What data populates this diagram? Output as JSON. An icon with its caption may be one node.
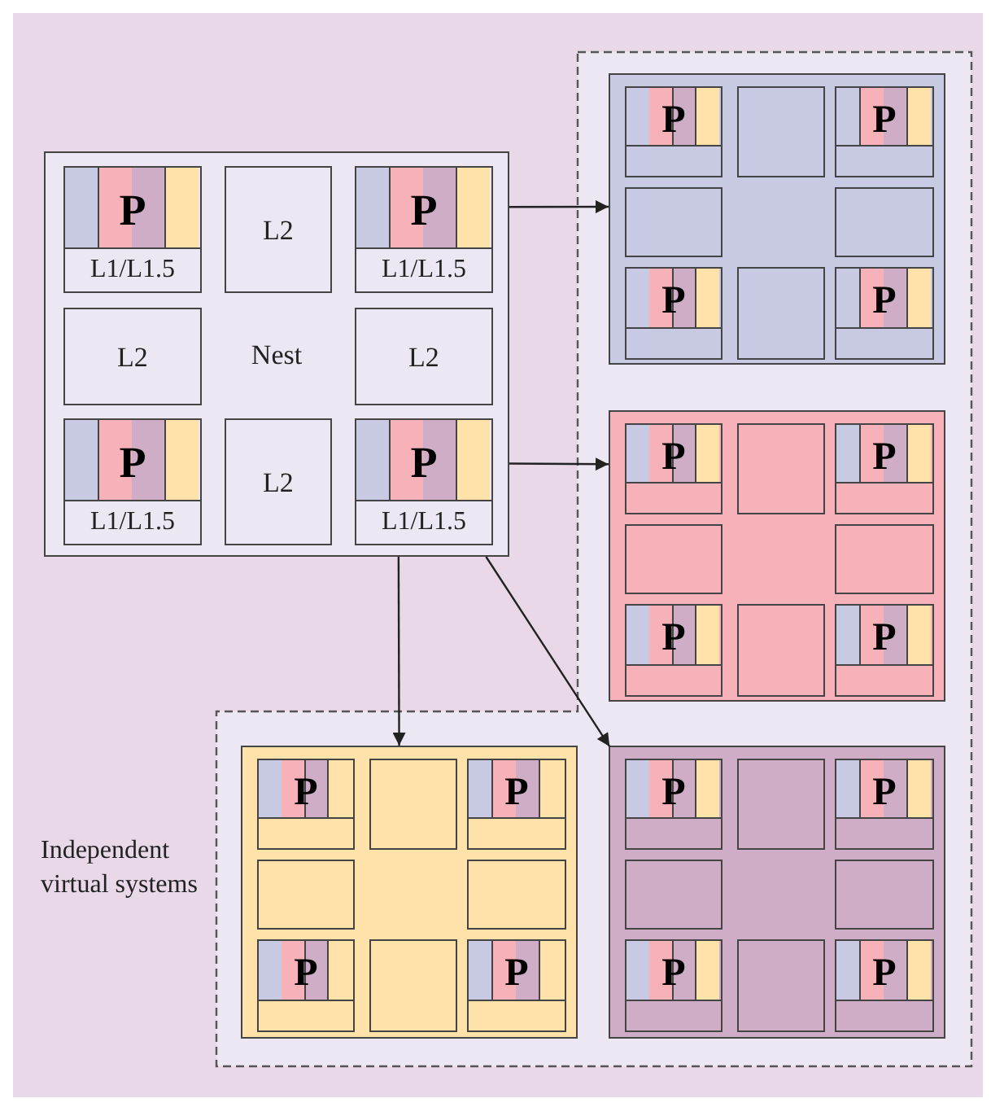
{
  "diagram": {
    "nodes": [
      {
        "text": [
          "Nest"
        ]
      },
      {
        "text": [
          "P",
          "L1/L1.5"
        ],
        "in": 0
      },
      {
        "text": [
          "L2"
        ],
        "in": 0
      },
      {
        "text": [
          "P",
          "L1/L1.5"
        ],
        "in": 0
      },
      {
        "text": [
          "L2"
        ],
        "in": 0
      },
      {
        "text": [
          "L2"
        ],
        "in": 0
      },
      {
        "text": [
          "P",
          "L1/L1.5"
        ],
        "in": 0
      },
      {
        "text": [
          "L2"
        ],
        "in": 0
      },
      {
        "text": [
          "P",
          "L1/L1.5"
        ],
        "in": 0
      },
      {
        "text": [],
        "shape": "box"
      },
      {
        "text": [
          "P"
        ],
        "in": 9
      },
      {
        "text": [],
        "shape": "box",
        "in": 9
      },
      {
        "text": [
          "P"
        ],
        "in": 9
      },
      {
        "text": [],
        "shape": "box",
        "in": 9
      },
      {
        "text": [],
        "shape": "box",
        "in": 9
      },
      {
        "text": [
          "P"
        ],
        "in": 9
      },
      {
        "text": [],
        "shape": "box",
        "in": 9
      },
      {
        "text": [
          "P"
        ],
        "in": 9
      },
      {
        "text": [],
        "shape": "box"
      },
      {
        "text": [
          "P"
        ],
        "in": 18
      },
      {
        "text": [],
        "shape": "box",
        "in": 18
      },
      {
        "text": [
          "P"
        ],
        "in": 18
      },
      {
        "text": [],
        "shape": "box",
        "in": 18
      },
      {
        "text": [],
        "shape": "box",
        "in": 18
      },
      {
        "text": [
          "P"
        ],
        "in": 18
      },
      {
        "text": [],
        "shape": "box",
        "in": 18
      },
      {
        "text": [
          "P"
        ],
        "in": 18
      },
      {
        "text": [],
        "shape": "box"
      },
      {
        "text": [
          "P"
        ],
        "in": 27
      },
      {
        "text": [],
        "shape": "box",
        "in": 27
      },
      {
        "text": [
          "P"
        ],
        "in": 27
      },
      {
        "text": [],
        "shape": "box",
        "in": 27
      },
      {
        "text": [],
        "shape": "box",
        "in": 27
      },
      {
        "text": [
          "P"
        ],
        "in": 27
      },
      {
        "text": [],
        "shape": "box",
        "in": 27
      },
      {
        "text": [
          "P"
        ],
        "in": 27
      },
      {
        "text": [],
        "shape": "box"
      },
      {
        "text": [
          "P"
        ],
        "in": 36
      },
      {
        "text": [],
        "shape": "box",
        "in": 36
      },
      {
        "text": [
          "P"
        ],
        "in": 36
      },
      {
        "text": [],
        "shape": "box",
        "in": 36
      },
      {
        "text": [],
        "shape": "box",
        "in": 36
      },
      {
        "text": [
          "P"
        ],
        "in": 36
      },
      {
        "text": [],
        "shape": "box",
        "in": 36
      },
      {
        "text": [
          "P"
        ],
        "in": 36
      }
    ],
    "edges": [
      {
        "from": 0,
        "to": 9,
        "arrow": "to"
      },
      {
        "from": 0,
        "to": 18,
        "arrow": "to"
      },
      {
        "from": 0,
        "to": 27,
        "arrow": "to"
      },
      {
        "from": 0,
        "to": 36,
        "arrow": "to"
      }
    ],
    "labels": [
      "Independent virtual systems"
    ]
  }
}
